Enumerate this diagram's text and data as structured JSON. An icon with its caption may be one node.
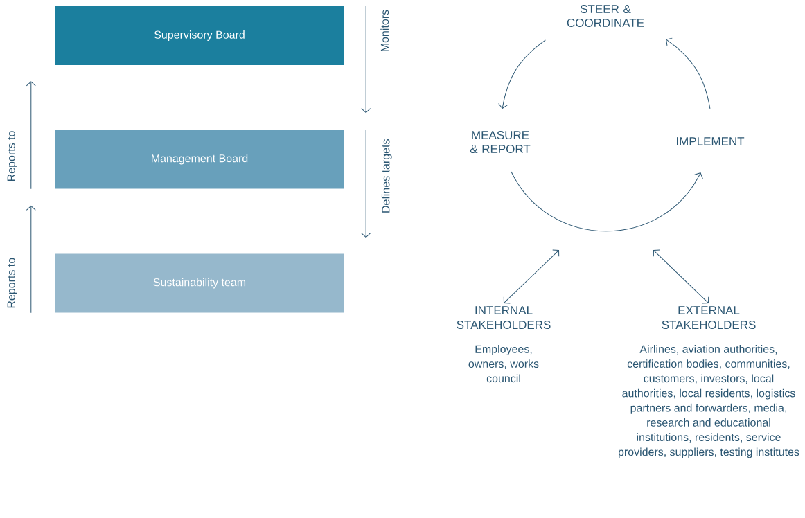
{
  "diagram": {
    "nodes": [
      {
        "text": [
          "Supervisory Board"
        ]
      },
      {
        "text": [
          "Management Board"
        ]
      },
      {
        "text": [
          "Sustainability team"
        ]
      },
      {
        "text": [
          "STEER & COORDINATE"
        ]
      },
      {
        "text": [
          "MEASURE & REPORT"
        ]
      },
      {
        "text": [
          "IMPLEMENT"
        ]
      },
      {
        "text": [
          "INTERNAL STAKEHOLDERS",
          "Employees, owners, works council"
        ]
      },
      {
        "text": [
          "EXTERNAL STAKEHOLDERS",
          "Airlines, aviation authorities, certification bodies, communities, customers, investors, local authorities, local residents, logistics partners and forwarders, media, research and educational institutions, residents, service providers, suppliers, testing institutes"
        ]
      }
    ],
    "edges": [
      {
        "from": 1,
        "to": 0,
        "arrow": "to",
        "label": "Reports to"
      },
      {
        "from": 2,
        "to": 1,
        "arrow": "to",
        "label": "Reports to"
      },
      {
        "from": 0,
        "to": 1,
        "arrow": "to",
        "label": "Monitors"
      },
      {
        "from": 1,
        "to": 2,
        "arrow": "to",
        "label": "Defines targets"
      },
      {
        "from": 3,
        "to": 4,
        "arrow": "to"
      },
      {
        "from": 4,
        "to": 5,
        "arrow": "to"
      },
      {
        "from": 5,
        "to": 3,
        "arrow": "to"
      },
      {
        "from": 6,
        "to": null,
        "arrow": "both"
      },
      {
        "from": 7,
        "to": null,
        "arrow": "both"
      }
    ]
  }
}
